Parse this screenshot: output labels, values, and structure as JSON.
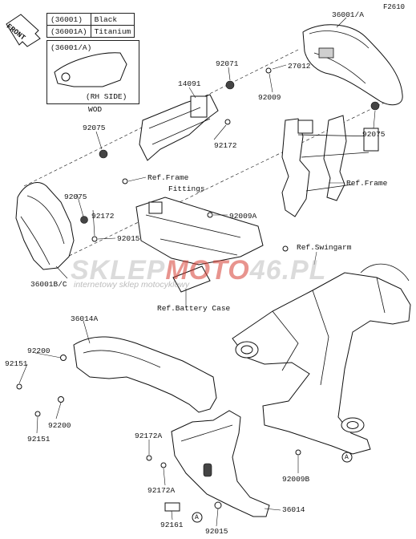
{
  "figure_code": "F2610",
  "front_label": "FRONT",
  "legend": [
    {
      "code": "(36001)",
      "color": "Black"
    },
    {
      "code": "(36001A)",
      "color": "Titanium"
    }
  ],
  "inset": {
    "code": "(36001/A)",
    "caption": "(RH SIDE)",
    "stamp": "WOD"
  },
  "labels": {
    "p36001A": "36001/A",
    "p92071": "92071",
    "p14091": "14091",
    "p27012": "27012",
    "p92009_top": "92009",
    "p92075_right": "92075",
    "p92075_left": "92075",
    "p92172_mid": "92172",
    "ref_frame_fittings_1": "Ref.Frame",
    "ref_frame_fittings_2": "Fittings",
    "ref_frame": "Ref.Frame",
    "p92075_left2": "92075",
    "p92172_left": "92172",
    "p92009A": "92009A",
    "p92015_top": "92015",
    "ref_swingarm": "Ref.Swingarm",
    "p36001B": "36001B/C",
    "ref_battery_case": "Ref.Battery Case",
    "p36014A": "36014A",
    "p92200_top": "92200",
    "p92151_top": "92151",
    "p92200_bot": "92200",
    "p92151_bot": "92151",
    "p92172A_top": "92172A",
    "p92172A_bot": "92172A",
    "p92161": "92161",
    "p92015_bot": "92015",
    "p36014": "36014",
    "p92009B": "92009B",
    "callout_a": "A"
  },
  "watermark": {
    "part1": "SKLEP",
    "part2": "MOTO",
    "part3": "46",
    "part4": ".PL",
    "sub": "internetowy sklep motocyklowy"
  }
}
